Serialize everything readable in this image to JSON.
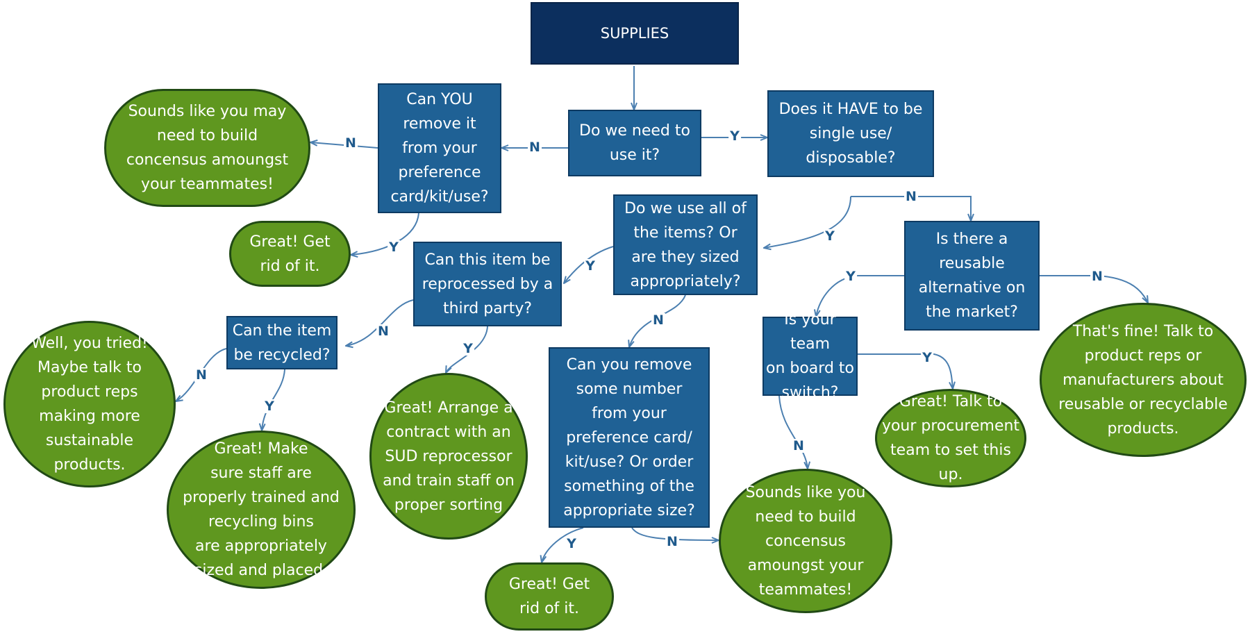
{
  "colors": {
    "box_fill": "#1f6195",
    "title_fill": "#0c2f5e",
    "terminal_fill": "#5f971f",
    "terminal_border": "#214a15",
    "connector": "#4b7fb0",
    "label": "#1f5a8c"
  },
  "labels": {
    "yes": "Y",
    "no": "N"
  },
  "nodes": {
    "supplies": "SUPPLIES",
    "need_to_use": "Do we need to\nuse it?",
    "remove_from_card": "Can YOU\nremove it\nfrom your\npreference\ncard/kit/use?",
    "build_concensus_1": "Sounds like you may\nneed to build\nconcensus amoungst\nyour teammates!",
    "great_get_rid_1": "Great! Get\nrid of it.",
    "have_to_be_single_use": "Does it HAVE to be\nsingle use/\ndisposable?",
    "use_all_items": "Do we use all of\nthe items? Or\nare they sized\nappropriately?",
    "reprocessed_third_party": "Can this item be\nreprocessed by a\nthird party?",
    "can_be_recycled": "Can the item\nbe recycled?",
    "well_you_tried": "Well, you tried!\nMaybe talk to\nproduct reps\nmaking more\nsustainable\nproducts.",
    "great_make_sure_staff": "Great! Make\nsure staff are\nproperly trained and\nrecycling bins\nare appropriately\nsized and placed.",
    "great_arrange_contract": "Great! Arrange a\ncontract with an\nSUD reprocessor\nand train staff on\nproper sorting",
    "remove_some_number": "Can you remove\nsome number\nfrom your\npreference card/\nkit/use? Or order\nsomething of the\nappropriate size?",
    "great_get_rid_2": "Great! Get\nrid of it.",
    "build_concensus_2": "Sounds like you\nneed to build\nconcensus\namoungst your\nteammates!",
    "reusable_alternative": "Is there a\nreusable\nalternative on\nthe market?",
    "team_on_board": "Is your team\non board to\nswitch?",
    "great_talk_procurement": "Great! Talk to\nyour procurement\nteam to set this\nup.",
    "thats_fine": "That's fine! Talk to\nproduct reps or\nmanufacturers about\nreusable or recyclable\nproducts."
  }
}
